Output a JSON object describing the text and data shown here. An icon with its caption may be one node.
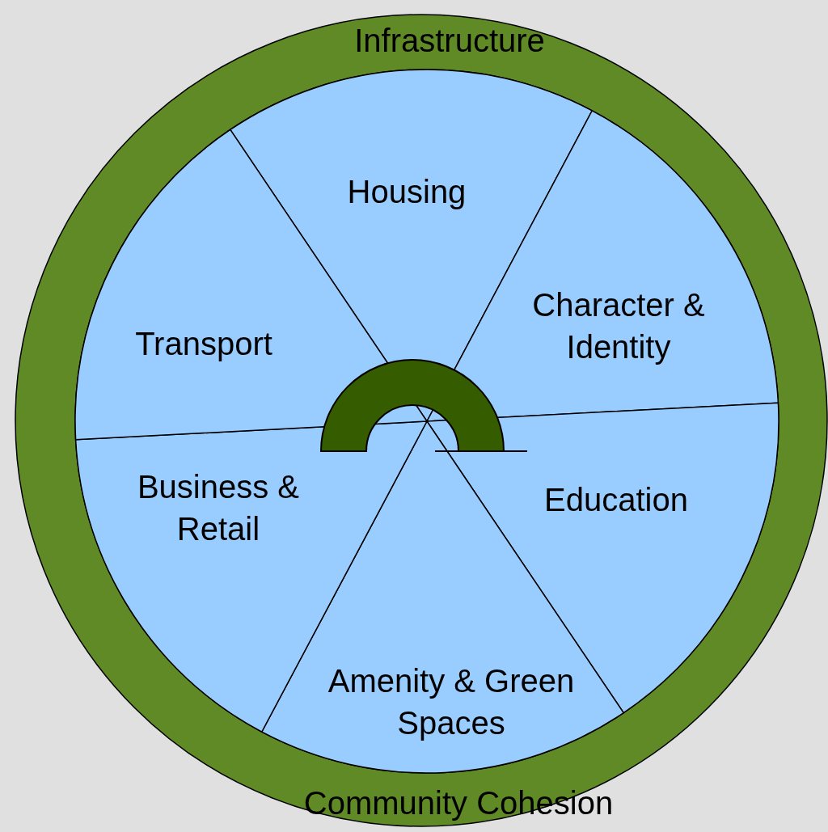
{
  "diagram": {
    "nodes": [
      {
        "text": [
          "Infrastructure",
          "Community Cohesion"
        ]
      },
      {
        "text": [
          "Housing"
        ],
        "in": 0
      },
      {
        "text": [
          "Character & Identity"
        ],
        "in": 0
      },
      {
        "text": [
          "Education"
        ],
        "in": 0
      },
      {
        "text": [
          "Amenity & Green Spaces"
        ],
        "in": 0
      },
      {
        "text": [
          "Business & Retail"
        ],
        "in": 0
      },
      {
        "text": [
          "Transport"
        ],
        "in": 0
      }
    ]
  }
}
